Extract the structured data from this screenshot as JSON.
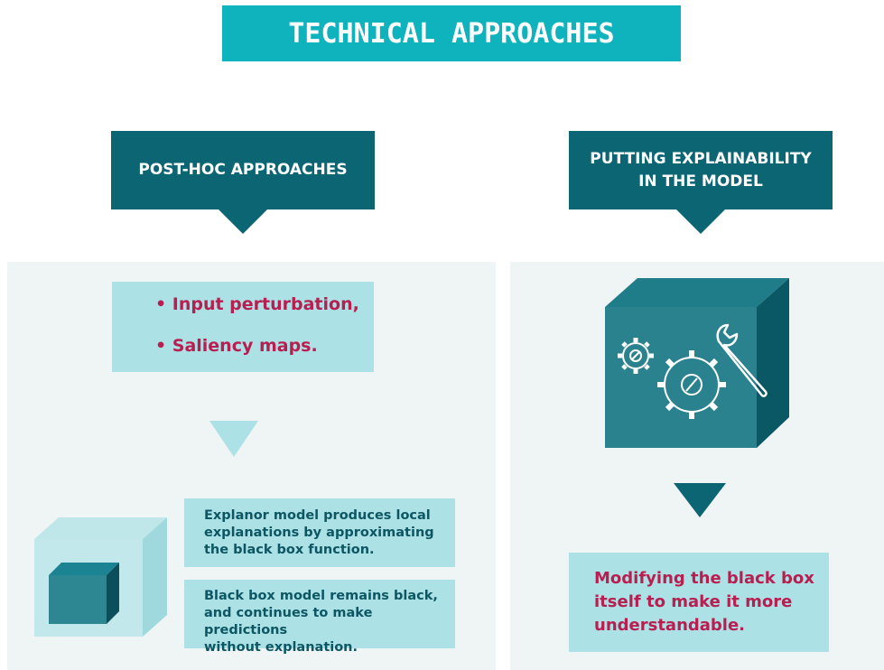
{
  "title": "TECHNICAL APPROACHES",
  "left": {
    "heading": "POST-HOC APPROACHES",
    "bullets": [
      "• Input perturbation,",
      "• Saliency maps."
    ],
    "explanor_text": [
      "Explanor model produces local",
      "explanations by approximating",
      "the black box function."
    ],
    "blackbox_text": [
      "Black box model remains black,",
      "and continues to make predictions",
      "without explanation."
    ]
  },
  "right": {
    "heading": [
      "PUTTING EXPLAINABILITY",
      "IN THE MODEL"
    ],
    "result_text": [
      "Modifying the black box",
      "itself to make it more",
      "understandable."
    ]
  },
  "colors": {
    "title_bg": "#0fb3be",
    "dark_teal": "#0c6573",
    "light_teal": "#ace1e5",
    "panel_bg": "#eff4f5",
    "accent_pink": "#b91e50"
  }
}
